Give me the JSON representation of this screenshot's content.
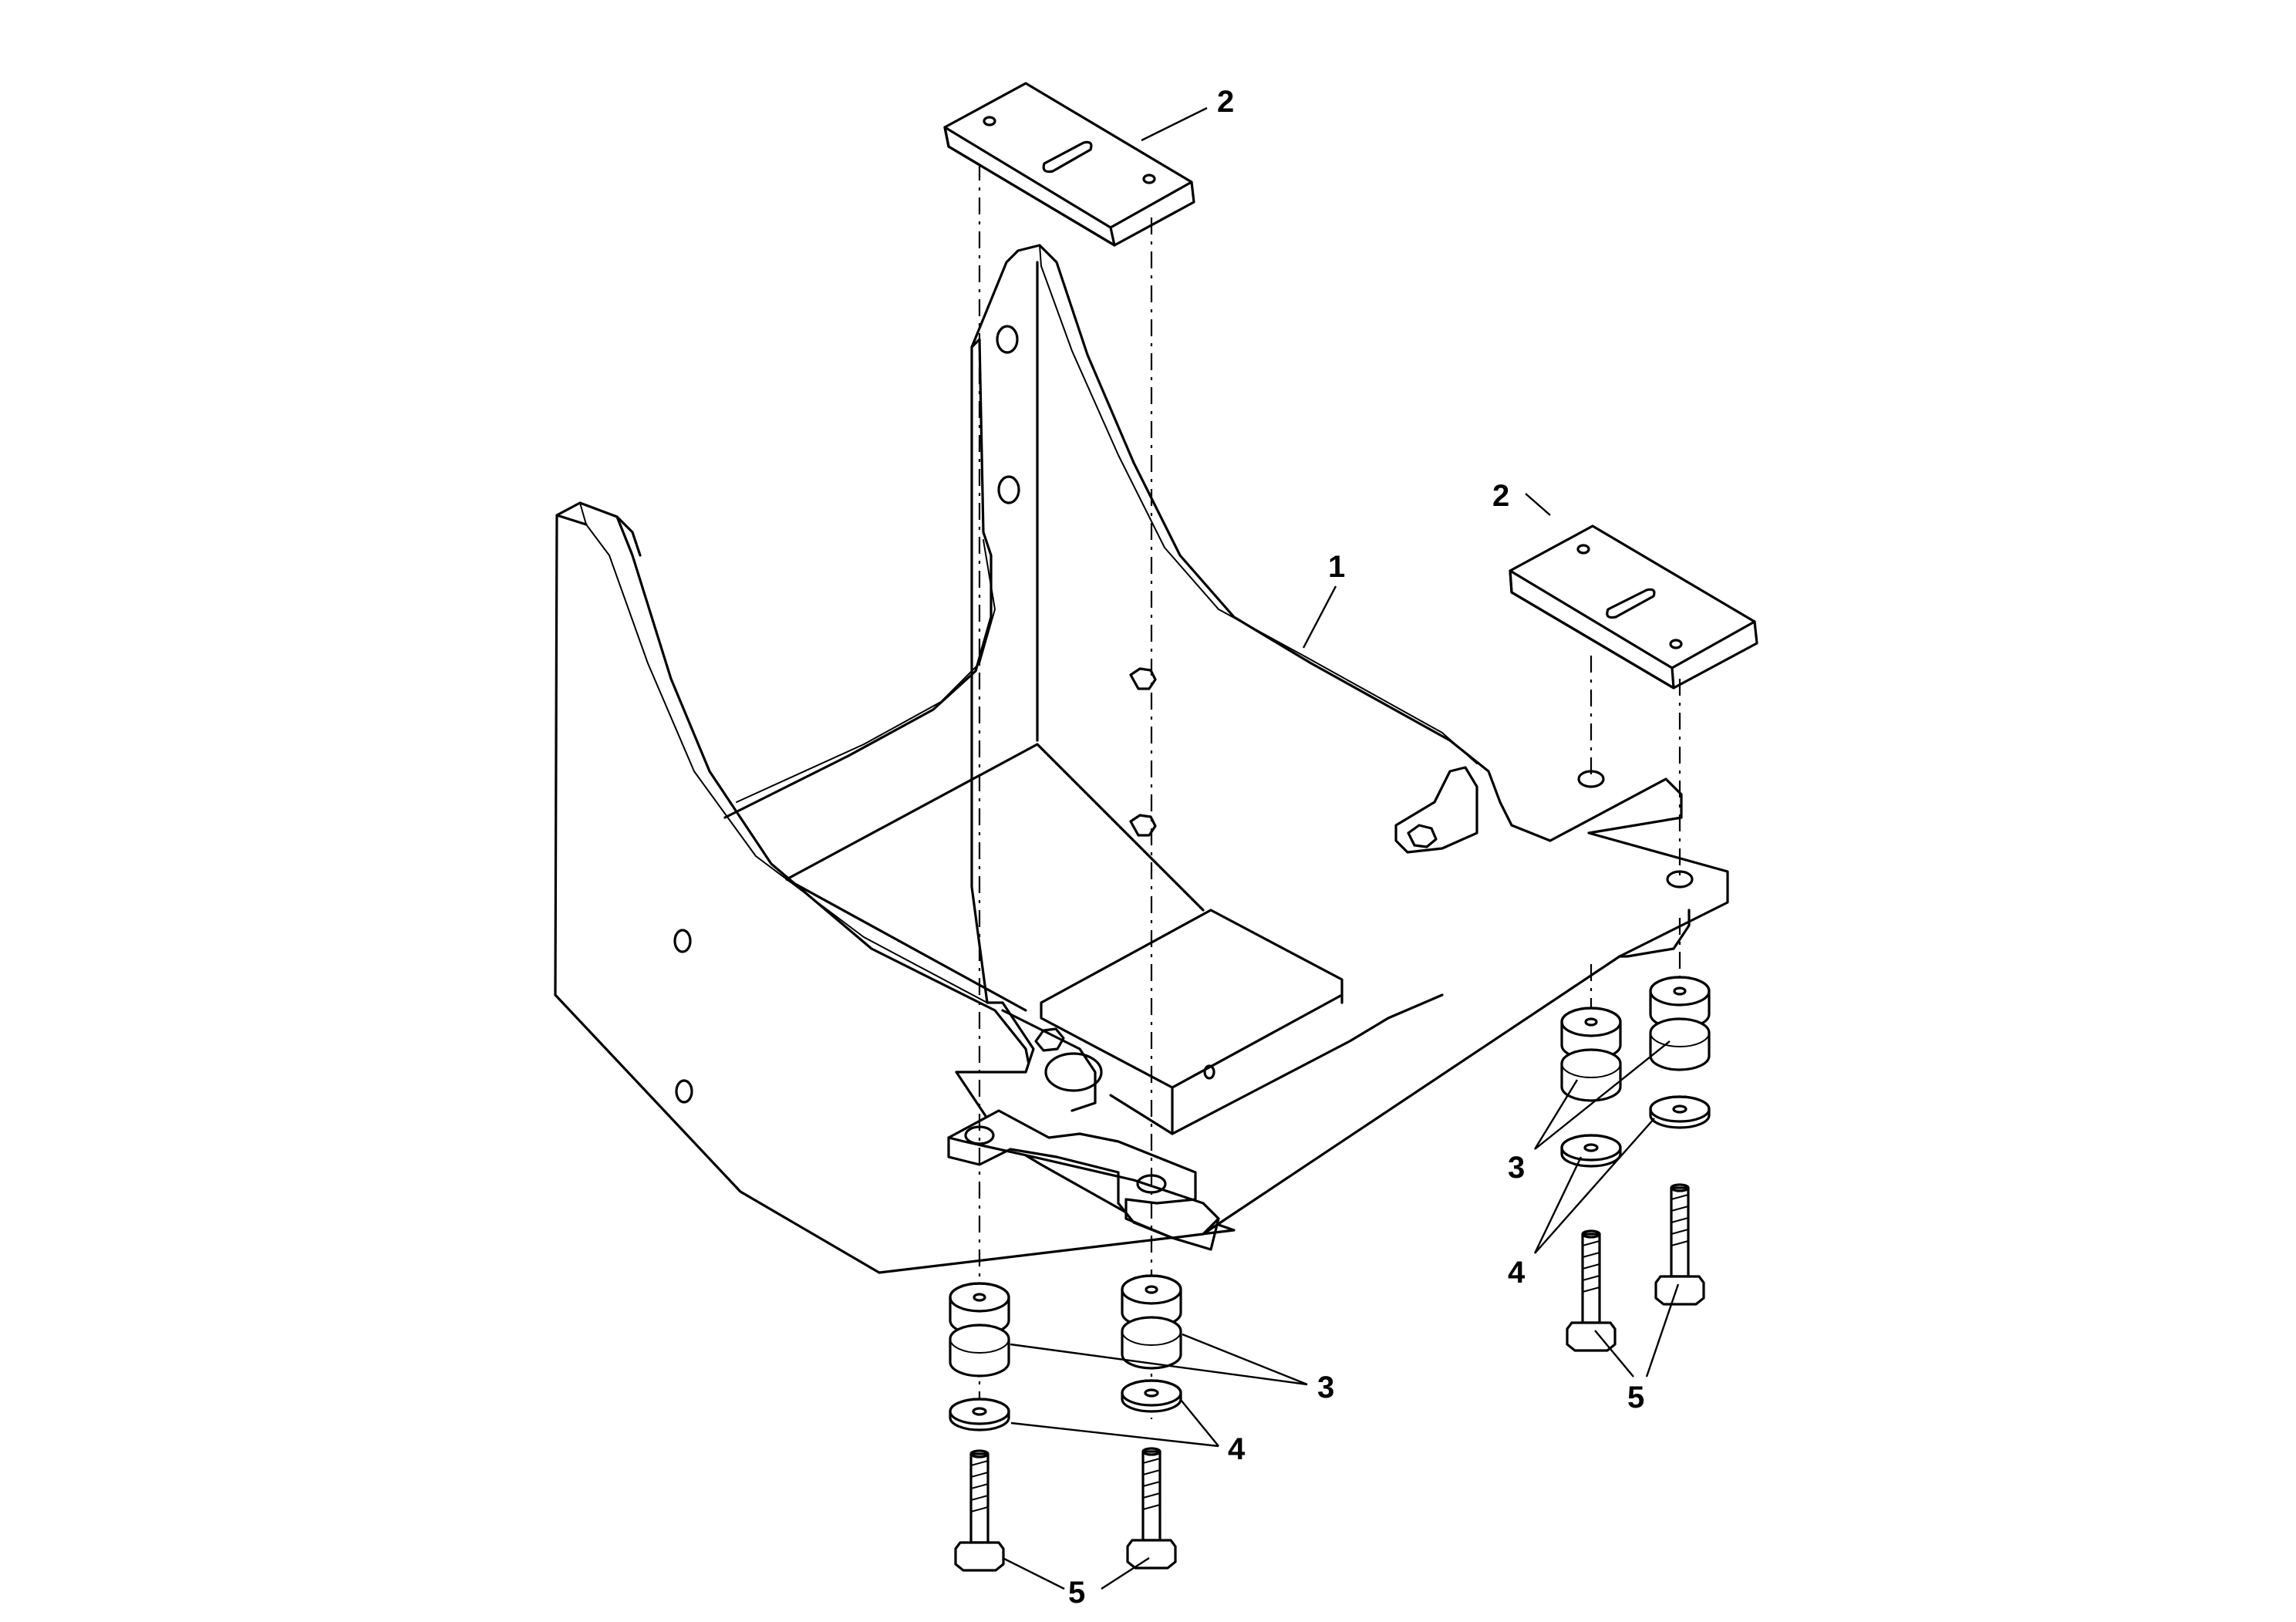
{
  "callouts": [
    {
      "id": "c-2-top",
      "label": "2"
    },
    {
      "id": "c-2-right",
      "label": "2"
    },
    {
      "id": "c-1",
      "label": "1"
    },
    {
      "id": "c-3-left",
      "label": "3"
    },
    {
      "id": "c-3-right",
      "label": "3"
    },
    {
      "id": "c-4-left",
      "label": "4"
    },
    {
      "id": "c-4-right",
      "label": "4"
    },
    {
      "id": "c-5-left",
      "label": "5"
    },
    {
      "id": "c-5-right",
      "label": "5"
    }
  ]
}
